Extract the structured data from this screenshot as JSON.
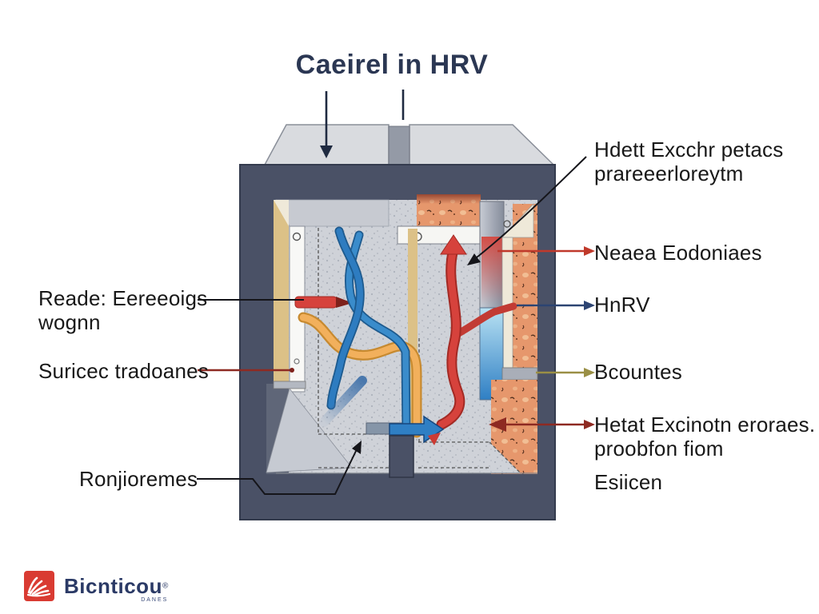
{
  "title": {
    "text": "Caeirel in HRV"
  },
  "labels": {
    "left": [
      {
        "id": "reade",
        "lines": [
          "Reade: Eereeoigs",
          "wognn"
        ]
      },
      {
        "id": "suricec",
        "lines": [
          "Suricec tradoanes"
        ]
      },
      {
        "id": "ronjioremes",
        "lines": [
          "Ronjioremes"
        ]
      }
    ],
    "right": [
      {
        "id": "hdett",
        "lines": [
          "Hdett Excchr petacs",
          "prareeerloreytm"
        ]
      },
      {
        "id": "neaea",
        "lines": [
          "Neaea Eodoniaes"
        ]
      },
      {
        "id": "hnrv",
        "lines": [
          "HnRV"
        ]
      },
      {
        "id": "bcountes",
        "lines": [
          "Bcountes"
        ]
      },
      {
        "id": "hetat",
        "lines": [
          "Hetat Excinotn eroraes.",
          "proobfon fiom"
        ],
        "footnote": "Esiicen"
      }
    ]
  },
  "logo": {
    "brand": "Bicnticou",
    "registered": "®",
    "tagline": "DANES"
  },
  "colors": {
    "title_text": "#2b3753",
    "casing_navy": "#4a5166",
    "lid_gray": "#d9dbdf",
    "interior_speckle": "#cfd2d8",
    "insulation_tan": "#dcc187",
    "insulation_orange": "#e6976c",
    "tube_red": "#d6423c",
    "tube_blue": "#2e7cc0",
    "tube_yellow": "#f2b05c",
    "duct_cyan": "#8fd0ec",
    "flow_arrow_blue": "#2f7fc4",
    "callout_red": "#c0392b",
    "callout_navy": "#2c4472",
    "callout_olive": "#9a8f45",
    "callout_darkred": "#8e2a22",
    "callout_black": "#15151a",
    "logo_red": "#d93b32",
    "logo_text": "#2b3a66"
  }
}
